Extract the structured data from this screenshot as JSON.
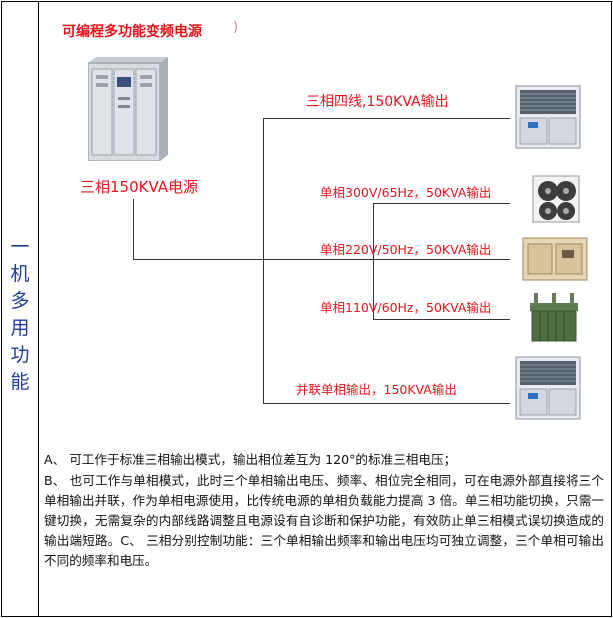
{
  "vertical_title": [
    "一",
    "机",
    "多",
    "用",
    "功",
    "能"
  ],
  "header_title": "可编程多功能变频电源",
  "source_label": "三相150KVA电源",
  "outputs": [
    "三相四线,150KVA输出",
    "单相300V/65Hz，50KVA输出",
    "单相220V/50Hz，50KVA输出",
    "单相110V/60Hz，50KVA输出",
    "并联单相输出，150KVA输出"
  ],
  "description": [
    "A、 可工作于标准三相输出模式，输出相位差互为 120°的标准三相电压；",
    "B、 也可工作与单相模式，此时三个单相输出电压、频率、相位完全相同，可在电源外部直接将三个单相输出并联，作为单相电源使用，比传统电源的单相负载能力提高 3 倍。单三相功能切换，只需一键切换，无需复杂的内部线路调整且电源设有自诊断和保护功能，有效防止单三相模式误切换造成的输出端短路。C、 三相分别控制功能：三个单相输出频率和输出电压均可独立调整，三个单相可输出不同的频率和电压。"
  ],
  "colors": {
    "title_blue": "#1f3d99",
    "label_red": "#e8141c"
  }
}
